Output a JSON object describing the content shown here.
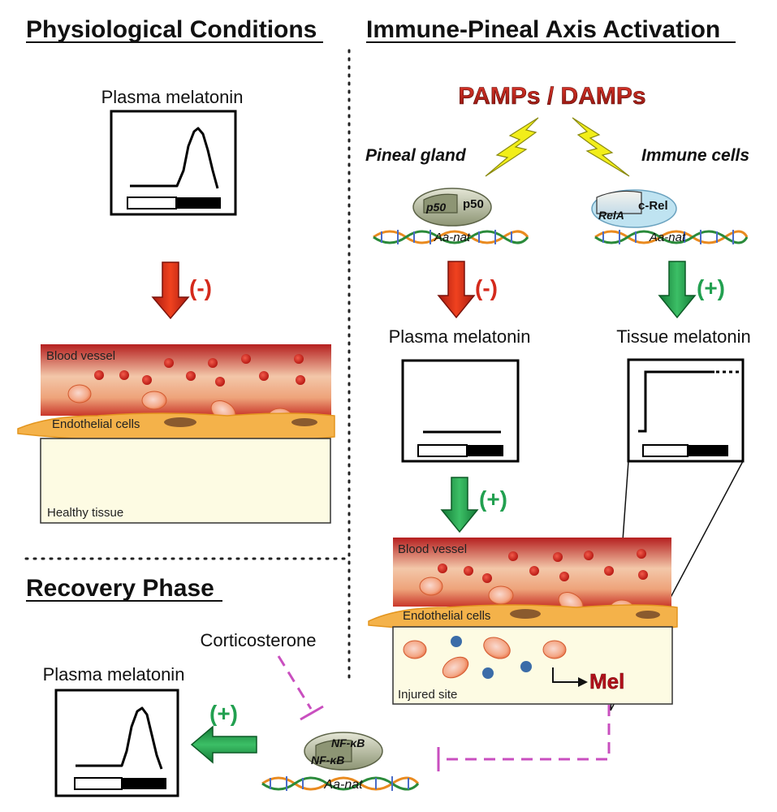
{
  "headings": {
    "physiological": "Physiological Conditions",
    "immune_pineal": "Immune-Pineal Axis Activation",
    "recovery": "Recovery Phase"
  },
  "signals": {
    "pamps_damps": "PAMPs / DAMPs",
    "pineal_gland": "Pineal gland",
    "immune_cells": "Immune cells"
  },
  "molecules": {
    "p50_a": "p50",
    "p50_b": "p50",
    "rela": "RelA",
    "crel": "c-Rel",
    "nfkb_a": "NF-κB",
    "nfkb_b": "NF-κB",
    "aanat_pineal": "Aa-nat",
    "aanat_immune": "Aa-nat",
    "aanat_recovery": "Aa-nat"
  },
  "labels": {
    "plasma_melatonin_phys": "Plasma melatonin",
    "plasma_melatonin_activation": "Plasma melatonin",
    "tissue_melatonin": "Tissue melatonin",
    "plasma_melatonin_recovery": "Plasma melatonin",
    "corticosterone": "Corticosterone",
    "mel": "Mel"
  },
  "effects": {
    "phys_arrow": "(-)",
    "pineal_arrow": "(-)",
    "immune_arrow": "(+)",
    "plasma_to_vessel": "(+)",
    "recovery_arrow": "(+)"
  },
  "tissue_labels": {
    "blood_vessel_phys": "Blood vessel",
    "endothelial_phys": "Endothelial cells",
    "healthy_tissue": "Healthy tissue",
    "blood_vessel_injury": "Blood vessel",
    "endothelial_injury": "Endothelial cells",
    "injured_site": "Injured site"
  },
  "colors": {
    "inhibit_arrow": "#d42a1c",
    "activate_arrow": "#1f9a4a",
    "plus_text": "#22a050",
    "minus_text": "#d42a1c",
    "lightning": "#f2ee1a",
    "inhibition_line": "#c94fbf",
    "pamps_text": "#c0231b"
  }
}
